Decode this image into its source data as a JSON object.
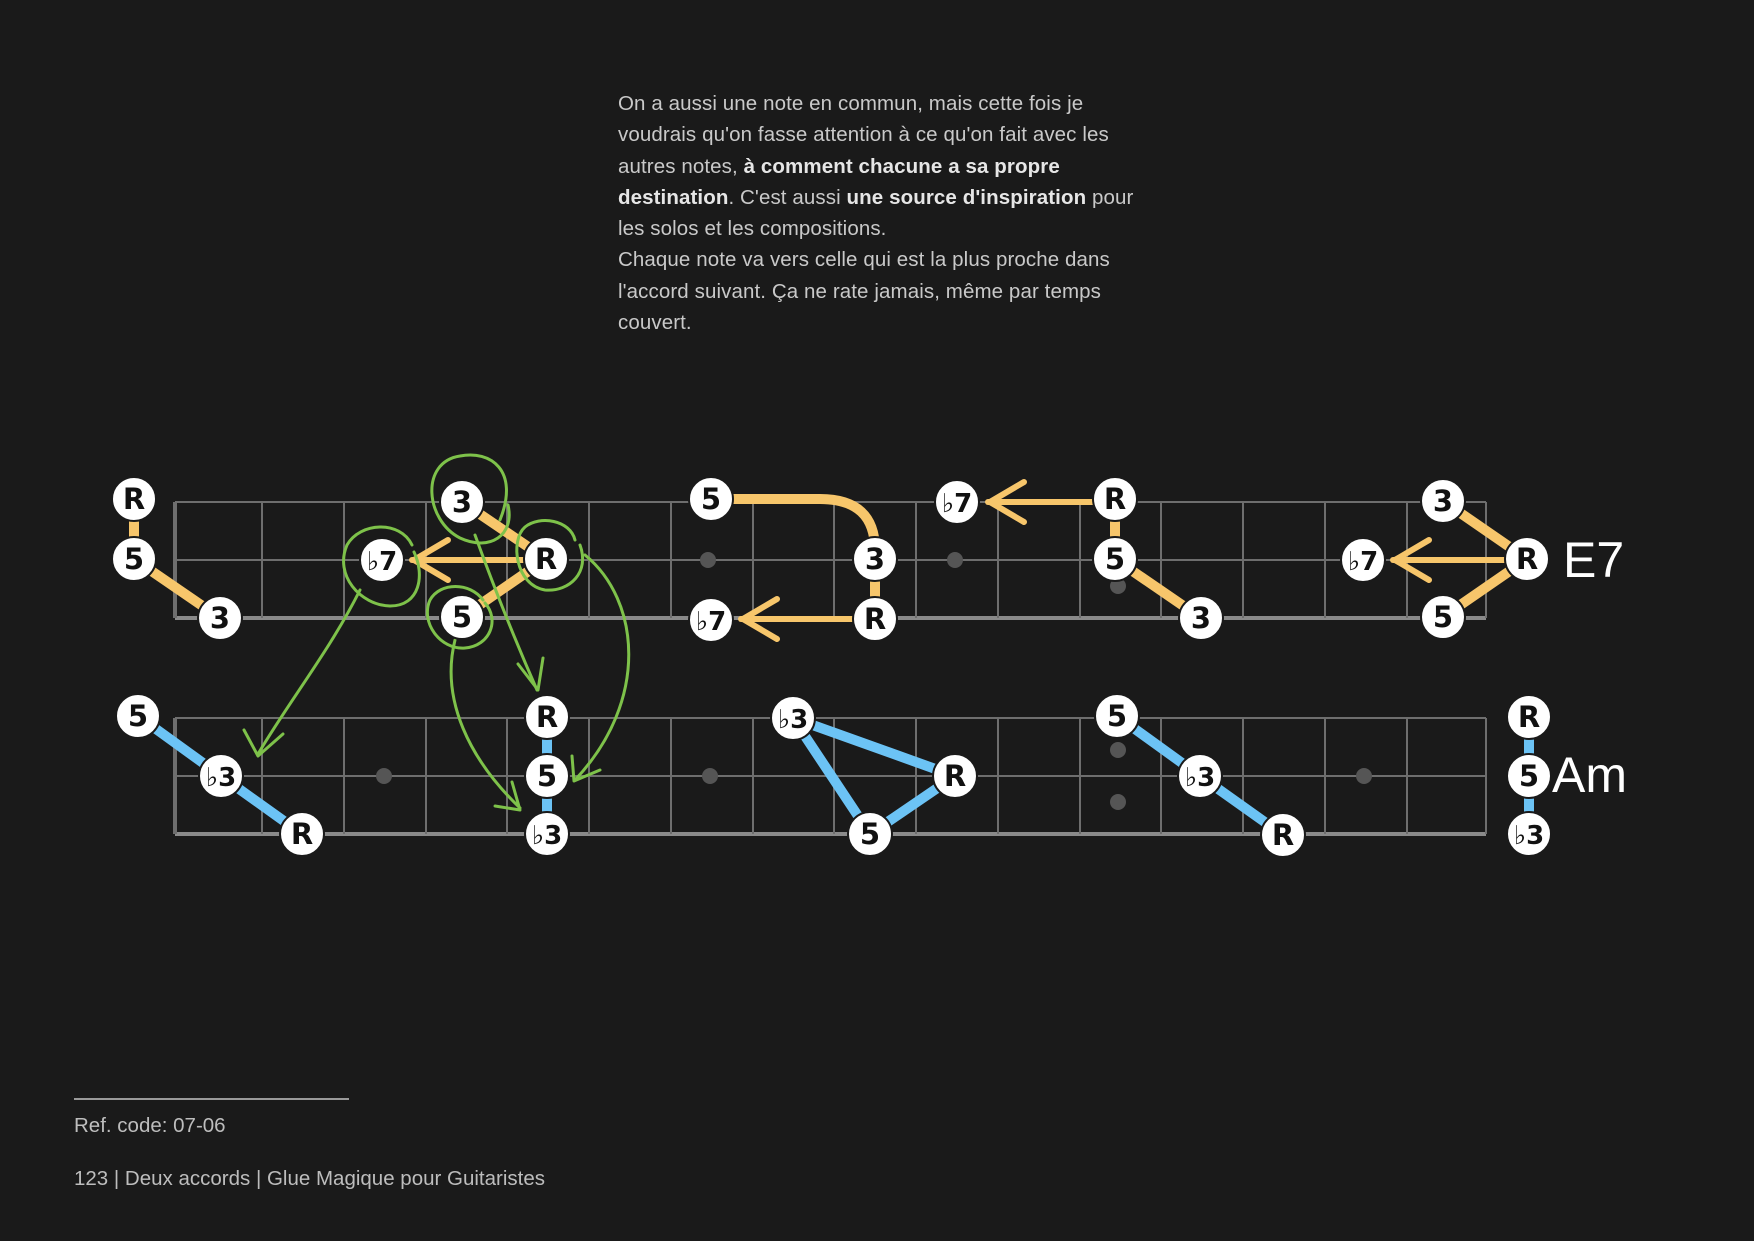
{
  "text": {
    "p1_a": "On a aussi une note en commun, mais cette fois je voudrais qu'on fasse attention à ce qu'on fait avec les autres notes, ",
    "p1_b": "à comment chacune a sa propre destination",
    "p1_c": ". C'est aussi ",
    "p1_d": "une source d'inspiration",
    "p1_e": " pour les solos et les compositions.",
    "p2": "Chaque note va vers celle qui est la plus proche dans l'accord suivant. Ça ne rate jamais, même par temps couvert."
  },
  "chords": {
    "top": "E7",
    "bottom": "Am"
  },
  "colors": {
    "background": "#1a1a1a",
    "e7_line": "#f7c66b",
    "am_line": "#6cc3f5",
    "annotation": "#7ec24a",
    "note_fill": "#ffffff",
    "note_text": "#111111",
    "fret_line": "#6e6e6e",
    "marker_dot": "#555555"
  },
  "diagram": {
    "top_strings": 3,
    "bottom_strings": 3,
    "frets": 16,
    "top_notes": [
      {
        "id": "t1",
        "label": "R"
      },
      {
        "id": "t2",
        "label": "5"
      },
      {
        "id": "t3",
        "label": "3"
      },
      {
        "id": "t4",
        "label": "3"
      },
      {
        "id": "t5",
        "label": "♭7"
      },
      {
        "id": "t6",
        "label": "R"
      },
      {
        "id": "t7",
        "label": "5"
      },
      {
        "id": "t8",
        "label": "5"
      },
      {
        "id": "t9",
        "label": "3"
      },
      {
        "id": "t10",
        "label": "♭7"
      },
      {
        "id": "t11",
        "label": "R"
      },
      {
        "id": "t12",
        "label": "♭7"
      },
      {
        "id": "t13",
        "label": "R"
      },
      {
        "id": "t14",
        "label": "5"
      },
      {
        "id": "t15",
        "label": "3"
      },
      {
        "id": "t16",
        "label": "3"
      },
      {
        "id": "t17",
        "label": "♭7"
      },
      {
        "id": "t18",
        "label": "R"
      },
      {
        "id": "t19",
        "label": "5"
      }
    ],
    "bottom_notes": [
      {
        "id": "b1",
        "label": "5"
      },
      {
        "id": "b2",
        "label": "♭3"
      },
      {
        "id": "b3",
        "label": "R"
      },
      {
        "id": "b4",
        "label": "R"
      },
      {
        "id": "b5",
        "label": "5"
      },
      {
        "id": "b6",
        "label": "♭3"
      },
      {
        "id": "b7",
        "label": "♭3"
      },
      {
        "id": "b8",
        "label": "R"
      },
      {
        "id": "b9",
        "label": "5"
      },
      {
        "id": "b10",
        "label": "5"
      },
      {
        "id": "b11",
        "label": "♭3"
      },
      {
        "id": "b12",
        "label": "R"
      },
      {
        "id": "b13",
        "label": "R"
      },
      {
        "id": "b14",
        "label": "5"
      },
      {
        "id": "b15",
        "label": "♭3"
      }
    ]
  },
  "footer": {
    "ref_code": "Ref. code:  07-06",
    "page": "123 | Deux accords | Glue Magique pour Guitaristes"
  }
}
